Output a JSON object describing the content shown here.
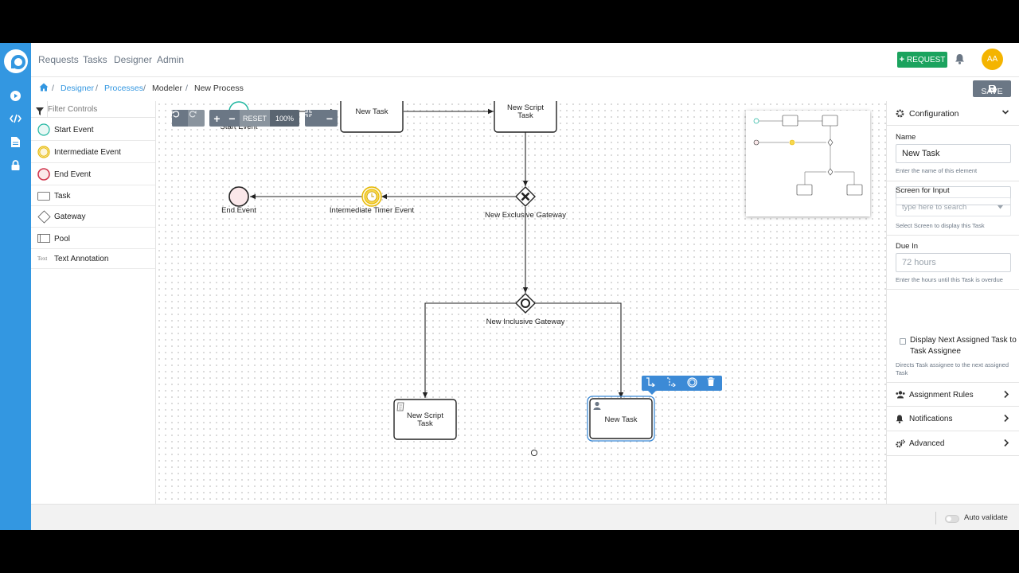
{
  "nav": {
    "links": [
      "Requests",
      "Tasks",
      "Designer",
      "Admin"
    ],
    "request_button": "REQUEST",
    "avatar_initials": "AA"
  },
  "breadcrumb": {
    "designer": "Designer",
    "processes": "Processes",
    "modeler": "Modeler",
    "current": "New Process",
    "save": "SAVE"
  },
  "controls": {
    "filter_placeholder": "Filter Controls",
    "items": [
      {
        "label": "Start Event",
        "icon": "start-event-icon"
      },
      {
        "label": "Intermediate Event",
        "icon": "intermediate-event-icon"
      },
      {
        "label": "End Event",
        "icon": "end-event-icon"
      },
      {
        "label": "Task",
        "icon": "task-icon"
      },
      {
        "label": "Gateway",
        "icon": "gateway-icon"
      },
      {
        "label": "Pool",
        "icon": "pool-icon"
      },
      {
        "label": "Text Annotation",
        "icon": "text-annotation-icon"
      }
    ],
    "text_annotation_glyph": "Text"
  },
  "toolbar": {
    "reset": "RESET",
    "zoom": "100%"
  },
  "diagram": {
    "start_event": "Start Event",
    "task_top": "New Task",
    "script_task_top": "New Script Task",
    "end_event": "End Event",
    "timer_event": "Intermediate Timer Event",
    "exclusive_gateway": "New Exclusive Gateway",
    "inclusive_gateway": "New Inclusive Gateway",
    "script_task_bottom": "New Script Task",
    "task_bottom": "New Task"
  },
  "config": {
    "header": "Configuration",
    "name_label": "Name",
    "name_value": "New Task",
    "name_help": "Enter the name of this element",
    "screen_label": "Screen for Input",
    "screen_placeholder": "type here to search",
    "screen_help": "Select Screen to display this Task",
    "due_label": "Due In",
    "due_placeholder": "72 hours",
    "due_help": "Enter the hours until this Task is overdue",
    "display_next_label": "Display Next Assigned Task to Task Assignee",
    "display_next_help": "Directs Task assignee to the next assigned Task",
    "sections": [
      "Assignment Rules",
      "Notifications",
      "Advanced"
    ]
  },
  "footer": {
    "auto_validate": "Auto validate"
  },
  "colors": {
    "rail": "#3397e1",
    "request_button": "#1ba35e",
    "avatar": "#f4b400",
    "start_event": "#1fb6a0",
    "intermediate_event": "#e6b800",
    "end_event": "#d0354d",
    "selection": "#3c8ad6"
  }
}
